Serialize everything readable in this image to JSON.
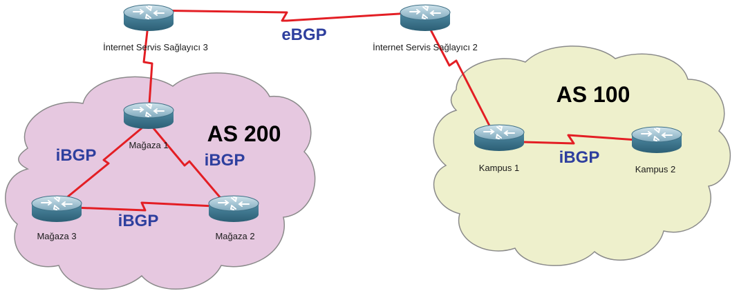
{
  "colors": {
    "cloud_as200": "#e6c8e0",
    "cloud_as100": "#eef0cc",
    "cloud_outline": "#8a8a8a",
    "link": "#e31e24",
    "protocol_text": "#2e3f9e",
    "router_body": "#3f7f99"
  },
  "clouds": {
    "as200": "AS 200",
    "as100": "AS 100"
  },
  "routers": {
    "isp3": "İnternet Servis Sağlayıcı 3",
    "isp2": "İnternet Servis Sağlayıcı 2",
    "store1": "Mağaza 1",
    "store2": "Mağaza 2",
    "store3": "Mağaza 3",
    "campus1": "Kampus 1",
    "campus2": "Kampus 2"
  },
  "links": {
    "isp3_isp2": "eBGP",
    "store1_store3": "iBGP",
    "store1_store2": "iBGP",
    "store3_store2": "iBGP",
    "campus1_campus2": "iBGP"
  }
}
